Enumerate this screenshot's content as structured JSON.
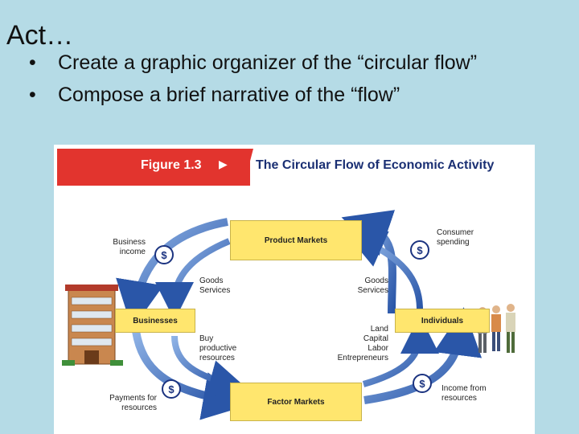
{
  "slide": {
    "title": "Act…",
    "bullets": [
      "Create a graphic organizer of the “circular flow”",
      "Compose a brief narrative of the “flow”"
    ],
    "bullet_glyph": "•"
  },
  "figure": {
    "number": "Figure 1.3",
    "title": "The Circular Flow of Economic Activity",
    "boxes": {
      "product_markets": "Product Markets",
      "businesses": "Businesses",
      "individuals": "Individuals",
      "factor_markets": "Factor Markets"
    },
    "labels": {
      "business_income": [
        "Business",
        "income"
      ],
      "consumer_spending": [
        "Consumer",
        "spending"
      ],
      "goods_services_left": [
        "Goods",
        "Services"
      ],
      "goods_services_right": [
        "Goods",
        "Services"
      ],
      "buy_productive": [
        "Buy",
        "productive",
        "resources"
      ],
      "land_capital": [
        "Land",
        "Capital",
        "Labor",
        "Entrepreneurs"
      ],
      "payments_for_resources": [
        "Payments for",
        "resources"
      ],
      "income_from_resources": [
        "Income from",
        "resources"
      ]
    },
    "coin_symbol": "$",
    "colors": {
      "banner": "#e2342e",
      "title_text": "#1a2f73",
      "box_fill": "#ffe66e",
      "arrow": "#2a56a8"
    }
  }
}
